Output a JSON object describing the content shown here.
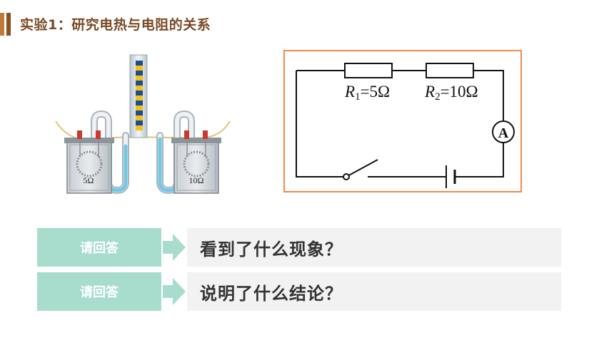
{
  "header": {
    "title": "实验1：研究电热与电阻的关系"
  },
  "apparatus": {
    "left_label": "5Ω",
    "right_label": "10Ω"
  },
  "circuit": {
    "r1_symbol": "R",
    "r1_sub": "1",
    "r1_value": "=5Ω",
    "r2_symbol": "R",
    "r2_sub": "2",
    "r2_value": "=10Ω",
    "ammeter": "A",
    "frame_color": "#ef8a4a"
  },
  "questions": [
    {
      "label": "请回答",
      "text": "看到了什么现象？"
    },
    {
      "label": "请回答",
      "text": "说明了什么结论？"
    }
  ],
  "colors": {
    "accent": "#a8dccd",
    "title": "#7a4a24",
    "bar_light": "#c07a3a",
    "bar_dark": "#8a4f1f"
  }
}
